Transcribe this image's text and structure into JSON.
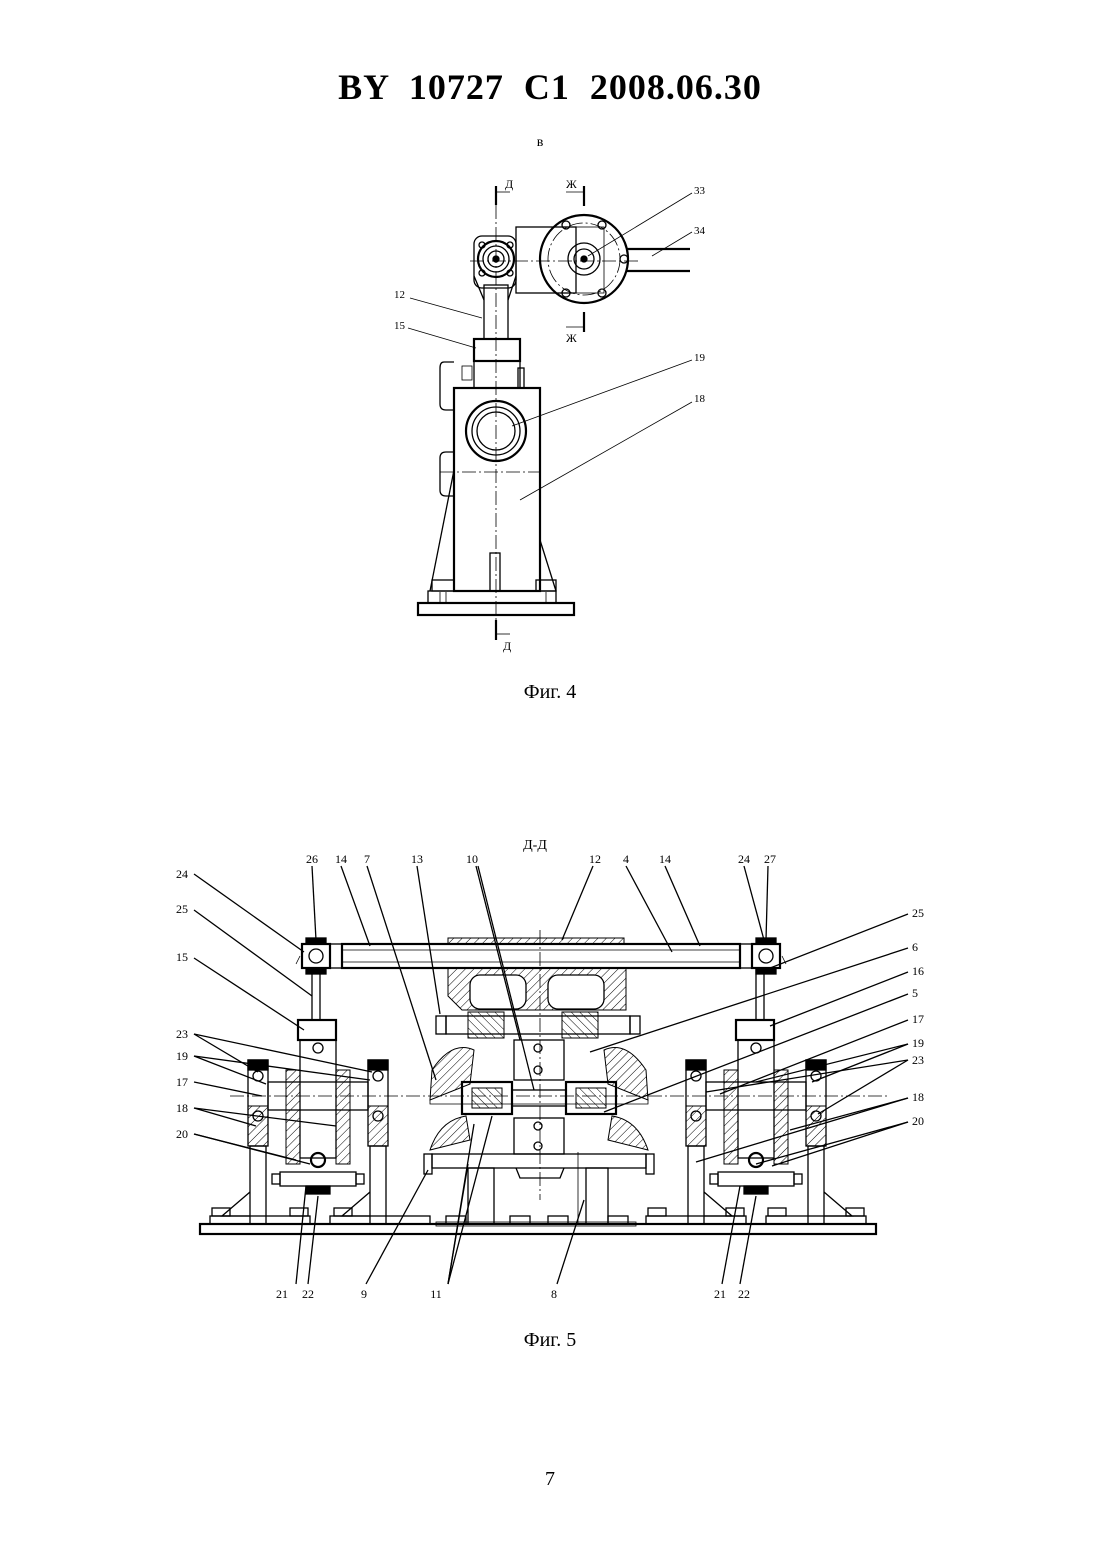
{
  "header": {
    "text": "BY  10727  C1  2008.06.30"
  },
  "figure4": {
    "view_letter": "в",
    "caption": "Фиг. 4",
    "section_marks": {
      "d_top": "Д",
      "d_bottom": "Д",
      "zh_top": "Ж",
      "zh_bottom": "Ж"
    },
    "callouts": {
      "c12": "12",
      "c15": "15",
      "c19": "19",
      "c18": "18",
      "c33": "33",
      "c34": "34"
    }
  },
  "figure5": {
    "section_title": "Д-Д",
    "caption": "Фиг. 5",
    "top_callouts": [
      "26",
      "14",
      "7",
      "13",
      "10",
      "12",
      "4",
      "14",
      "24",
      "27"
    ],
    "left_callouts": [
      "24",
      "25",
      "15",
      "23",
      "19",
      "17",
      "18",
      "20"
    ],
    "right_callouts": [
      "25",
      "6",
      "16",
      "5",
      "17",
      "19",
      "23",
      "18",
      "20"
    ],
    "bottom_callouts": [
      "21",
      "22",
      "9",
      "11",
      "8",
      "21",
      "22"
    ]
  },
  "page_number": "7"
}
